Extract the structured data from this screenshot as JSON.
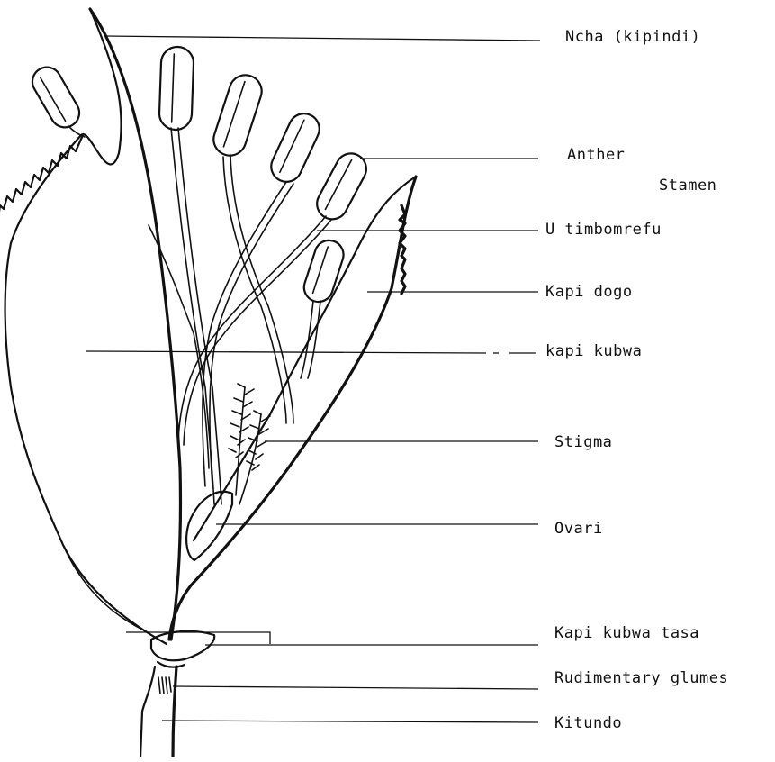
{
  "labels": {
    "ncha": "Ncha (kipindi)",
    "anther": "Anther",
    "stamen": "Stamen",
    "utimbo": "U timbomrefu",
    "kapi_dogo": "Kapi dogo",
    "kapi_kubwa": "kapi kubwa",
    "stigma": "Stigma",
    "ovari": "Ovari",
    "kapi_kubwa_tasa": "Kapi kubwa tasa",
    "rudimentary": "Rudimentary glumes",
    "kitundo": "Kitundo"
  }
}
